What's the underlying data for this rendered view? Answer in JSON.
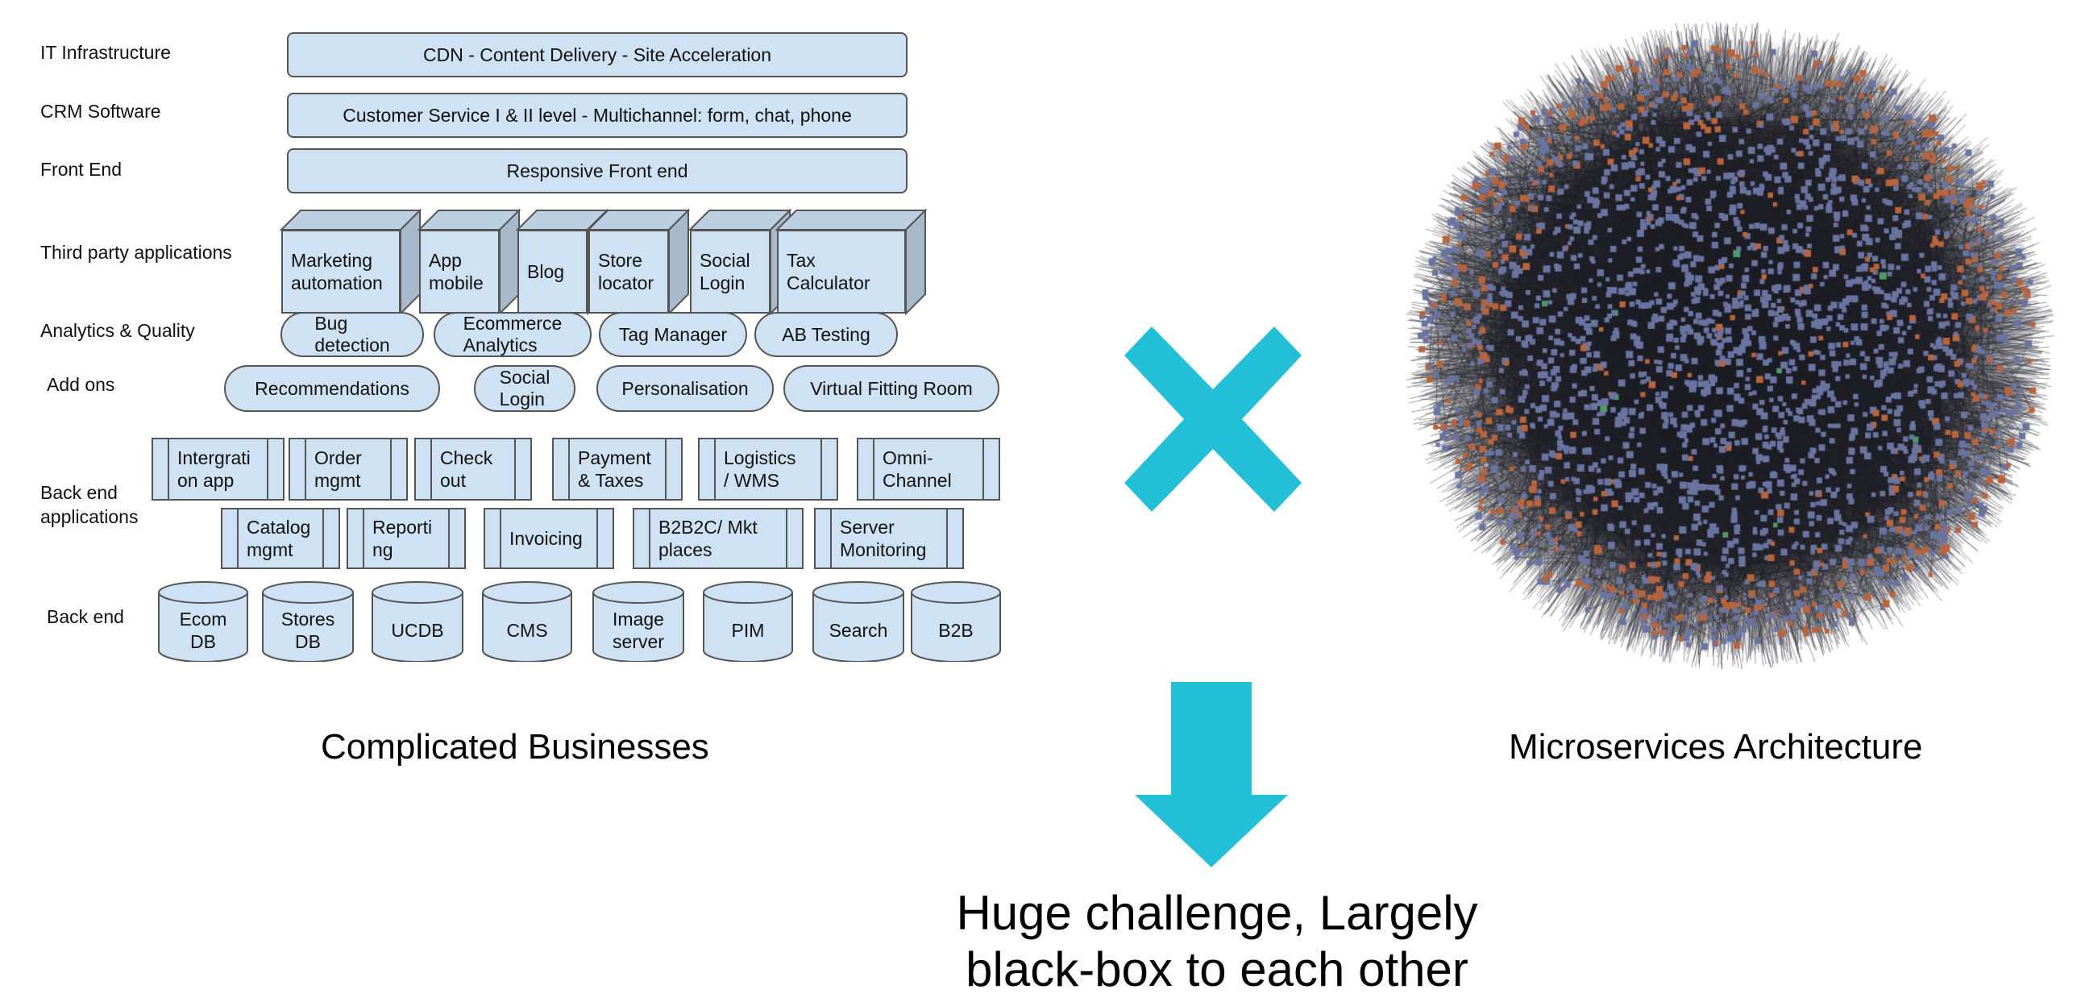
{
  "rows": {
    "it_infrastructure": "IT Infrastructure",
    "crm_software": "CRM Software",
    "front_end": "Front End",
    "third_party": "Third party applications",
    "analytics_quality": "Analytics & Quality",
    "add_ons": "Add ons",
    "back_end_applications": "Back end\napplications",
    "back_end": "Back end"
  },
  "bars": {
    "cdn": "CDN - Content Delivery - Site Acceleration",
    "customer_service": "Customer Service I & II level - Multichannel: form, chat, phone",
    "responsive": "Responsive Front end"
  },
  "third_party_apps": [
    "Marketing\nautomation",
    "App\nmobile",
    "Blog",
    "Store\nlocator",
    "Social\nLogin",
    "Tax\nCalculator"
  ],
  "analytics_items": [
    "Bug\ndetection",
    "Ecommerce\nAnalytics",
    "Tag Manager",
    "AB Testing"
  ],
  "addon_items": [
    "Recommendations",
    "Social\nLogin",
    "Personalisation",
    "Virtual Fitting Room"
  ],
  "backend_apps_row1": [
    "Intergrati\non app",
    "Order\nmgmt",
    "Check\nout",
    "Payment\n& Taxes",
    "Logistics\n/ WMS",
    "Omni-\nChannel"
  ],
  "backend_apps_row2": [
    "Catalog\nmgmt",
    "Reporti\nng",
    "Invoicing",
    "B2B2C/ Mkt\nplaces",
    "Server\nMonitoring"
  ],
  "backend_dbs": [
    "Ecom\nDB",
    "Stores\nDB",
    "UCDB",
    "CMS",
    "Image\nserver",
    "PIM",
    "Search",
    "B2B"
  ],
  "captions": {
    "left": "Complicated Businesses",
    "right": "Microservices Architecture",
    "conclusion": "Huge challenge, Largely\nblack-box to each other"
  },
  "colors": {
    "box_fill": "#cfe2f3",
    "box_border": "#555555",
    "accent": "#22bfd6",
    "node_blue": "#6a74a0",
    "node_orange": "#b8643c",
    "node_green": "#4f9a6a"
  },
  "icons": {
    "combine": "x-mark-icon",
    "result": "arrow-down-icon"
  }
}
